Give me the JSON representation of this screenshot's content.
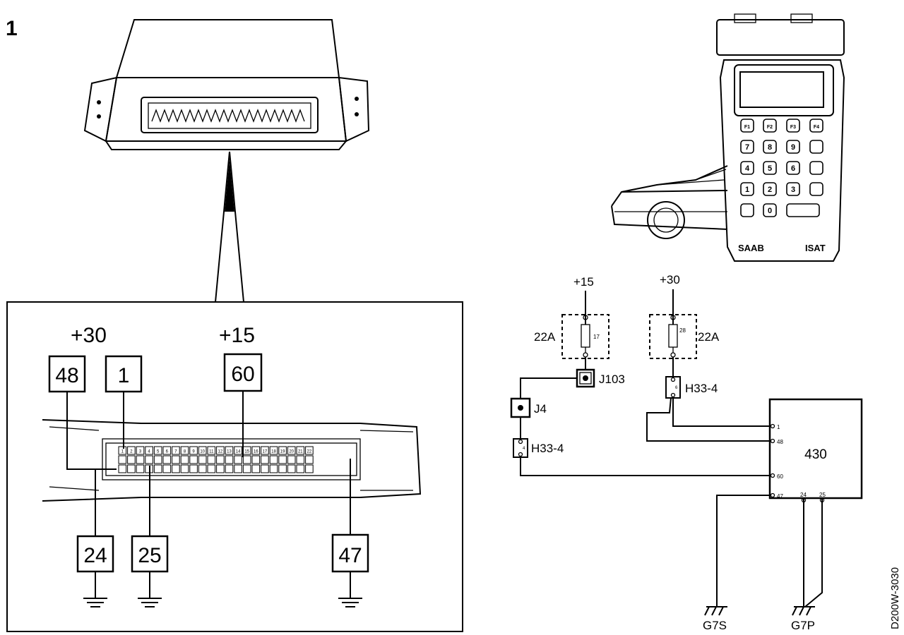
{
  "figure_number": "1",
  "drawing_code": "D200W-3030",
  "device": {
    "brand": "SAAB",
    "model": "ISAT",
    "keys": [
      "F1",
      "F2",
      "F3",
      "F4",
      "7",
      "8",
      "9",
      "",
      "4",
      "5",
      "6",
      "",
      "1",
      "2",
      "3",
      "",
      "",
      "0",
      ""
    ]
  },
  "connector_detail": {
    "supply_30": "+30",
    "supply_15": "+15",
    "top_pins": [
      "48",
      "1",
      "60"
    ],
    "bottom_pins": [
      "24",
      "25",
      "47"
    ],
    "small_pin_numbers": [
      "1",
      "2",
      "3",
      "4",
      "5",
      "6",
      "7",
      "8",
      "9",
      "10",
      "11",
      "12",
      "13",
      "14",
      "15",
      "16",
      "17",
      "18",
      "19",
      "20",
      "21",
      "22"
    ]
  },
  "circuit": {
    "supply_15": "+15",
    "supply_30": "+30",
    "fuse_box_left": "22A",
    "fuse_box_right": "22A",
    "fuse_left_number": "17",
    "fuse_right_number": "28",
    "junction_j103": "J103",
    "junction_j4": "J4",
    "connector_h33_right": "H33-4",
    "connector_h33_left": "H33-4",
    "h33_right_pin": "6",
    "h33_left_pin": "4",
    "control_unit": "430",
    "cu_pin_1": "1",
    "cu_pin_48": "48",
    "cu_pin_60": "60",
    "cu_pin_47": "47",
    "cu_pin_24": "24",
    "cu_pin_25": "25",
    "ground_left": "G7S",
    "ground_right": "G7P"
  }
}
